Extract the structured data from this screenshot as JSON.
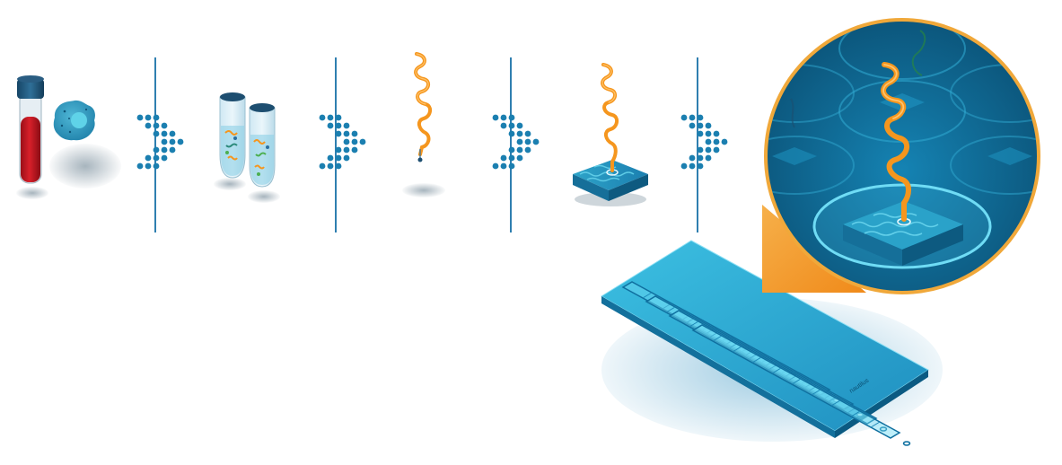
{
  "workflow": {
    "steps": [
      {
        "name": "sample",
        "icons": [
          "blood-tube-icon",
          "cell-icon"
        ]
      },
      {
        "name": "protein-extraction",
        "icons": [
          "protein-tubes-icon"
        ]
      },
      {
        "name": "protein",
        "icons": [
          "protein-strand-icon"
        ]
      },
      {
        "name": "immobilized-protein",
        "icons": [
          "protein-on-substrate-icon"
        ]
      },
      {
        "name": "flow-cell",
        "icons": [
          "flow-cell-chip-icon",
          "magnified-well-icon"
        ]
      }
    ],
    "separators": 4,
    "colors": {
      "accent_blue": "#1b7fb0",
      "chip_cyan": "#39b8dc",
      "protein_orange": "#f5961e",
      "blood_red": "#c0141e",
      "cap_navy": "#1d4e70",
      "magnifier_border": "#f0a83a",
      "magnifier_bg": "#0d5f86"
    }
  },
  "chip": {
    "brand": "nautilus"
  }
}
